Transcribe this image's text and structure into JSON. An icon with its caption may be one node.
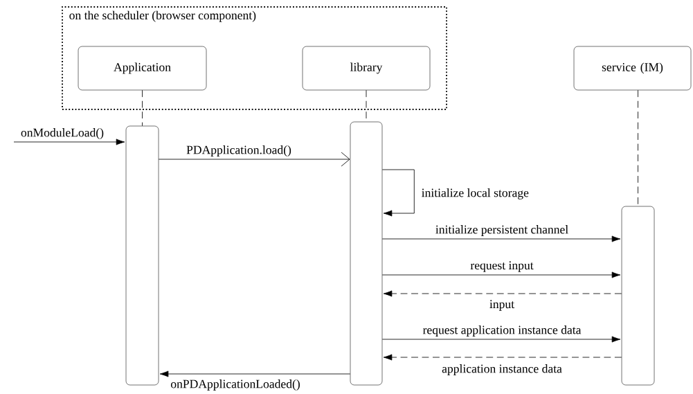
{
  "diagram": {
    "nodes": [
      {
        "text": [
          "on the scheduler (browser component)"
        ]
      },
      {
        "text": [
          "Application"
        ],
        "in": 0
      },
      {
        "text": [
          "library"
        ],
        "in": 0
      },
      {
        "text": [
          "service (IM)"
        ]
      },
      {
        "text": [],
        "shape": "bar"
      },
      {
        "text": [],
        "shape": "bar"
      },
      {
        "text": [],
        "shape": "bar"
      }
    ],
    "edges": [
      {
        "from": 1,
        "to": 4,
        "arrow": "none",
        "style": "dashed"
      },
      {
        "from": 2,
        "to": 5,
        "arrow": "none",
        "style": "dashed"
      },
      {
        "from": 3,
        "to": 6,
        "arrow": "none",
        "style": "dashed"
      },
      {
        "from": null,
        "to": 4,
        "arrow": "to",
        "label": "onModuleLoad()"
      },
      {
        "from": 4,
        "to": 5,
        "arrow": "to",
        "label": "PDApplication.load()"
      },
      {
        "from": 5,
        "to": 5,
        "arrow": "to",
        "label": "initialize local storage"
      },
      {
        "from": 5,
        "to": 6,
        "arrow": "to",
        "label": "initialize persistent channel"
      },
      {
        "from": 5,
        "to": 6,
        "arrow": "to",
        "label": "request input"
      },
      {
        "from": 6,
        "to": 5,
        "arrow": "to",
        "label": "input",
        "style": "dashed"
      },
      {
        "from": 5,
        "to": 6,
        "arrow": "to",
        "label": "request application instance data"
      },
      {
        "from": 6,
        "to": 5,
        "arrow": "to",
        "label": "application instance data",
        "style": "dashed"
      },
      {
        "from": 5,
        "to": 4,
        "arrow": "to",
        "label": "onPDApplicationLoaded()"
      }
    ]
  }
}
